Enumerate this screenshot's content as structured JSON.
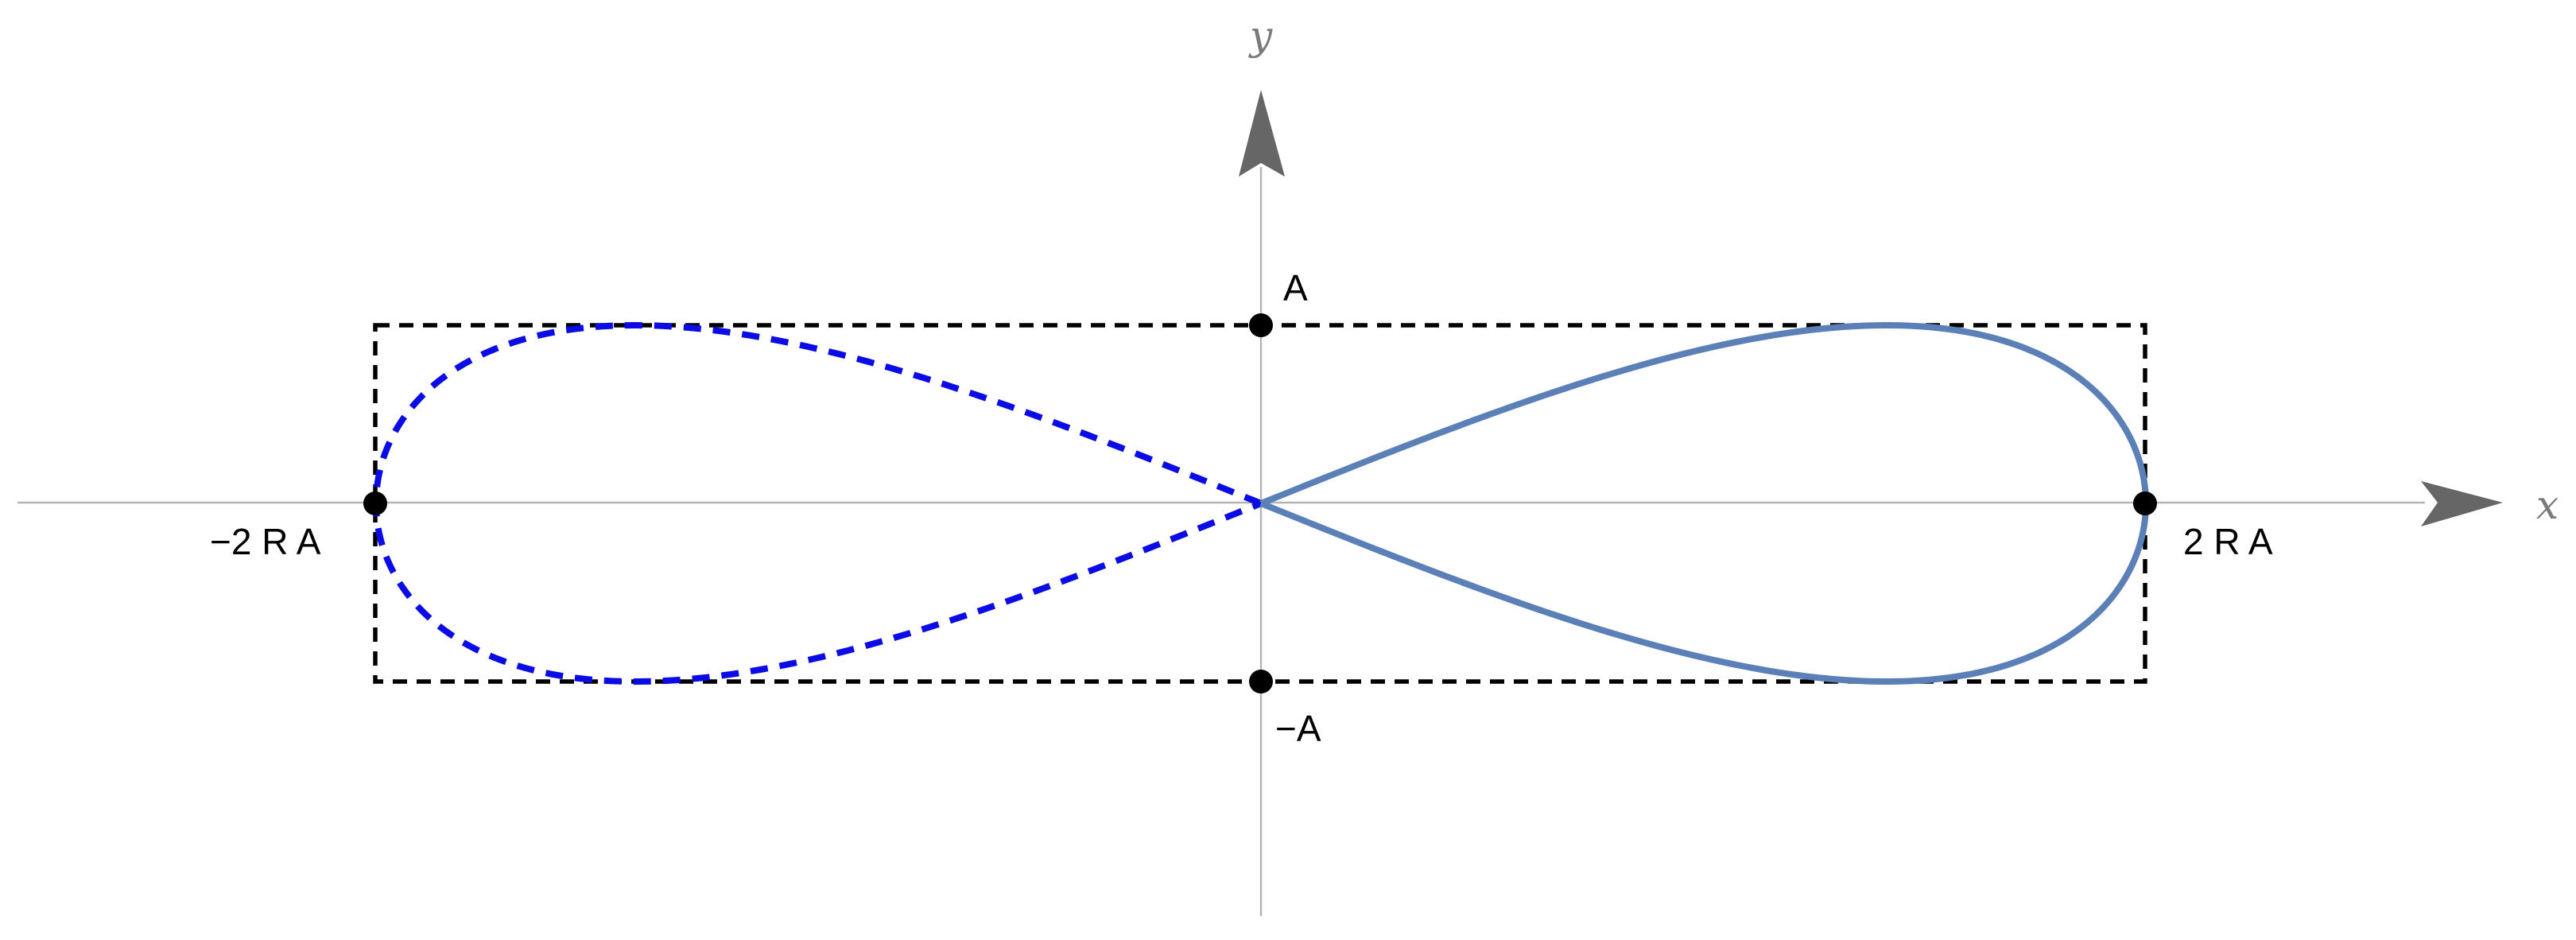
{
  "axes": {
    "x_label": "x",
    "y_label": "y"
  },
  "labels": {
    "top": "A",
    "bottom": "−A",
    "left": "−2 R A",
    "right": "2 R A"
  },
  "colors": {
    "right_curve": "#5b7fb7",
    "left_curve": "#0b0be6",
    "box": "#000000",
    "axes": "#b4b4b4",
    "arrows": "#666666"
  }
}
